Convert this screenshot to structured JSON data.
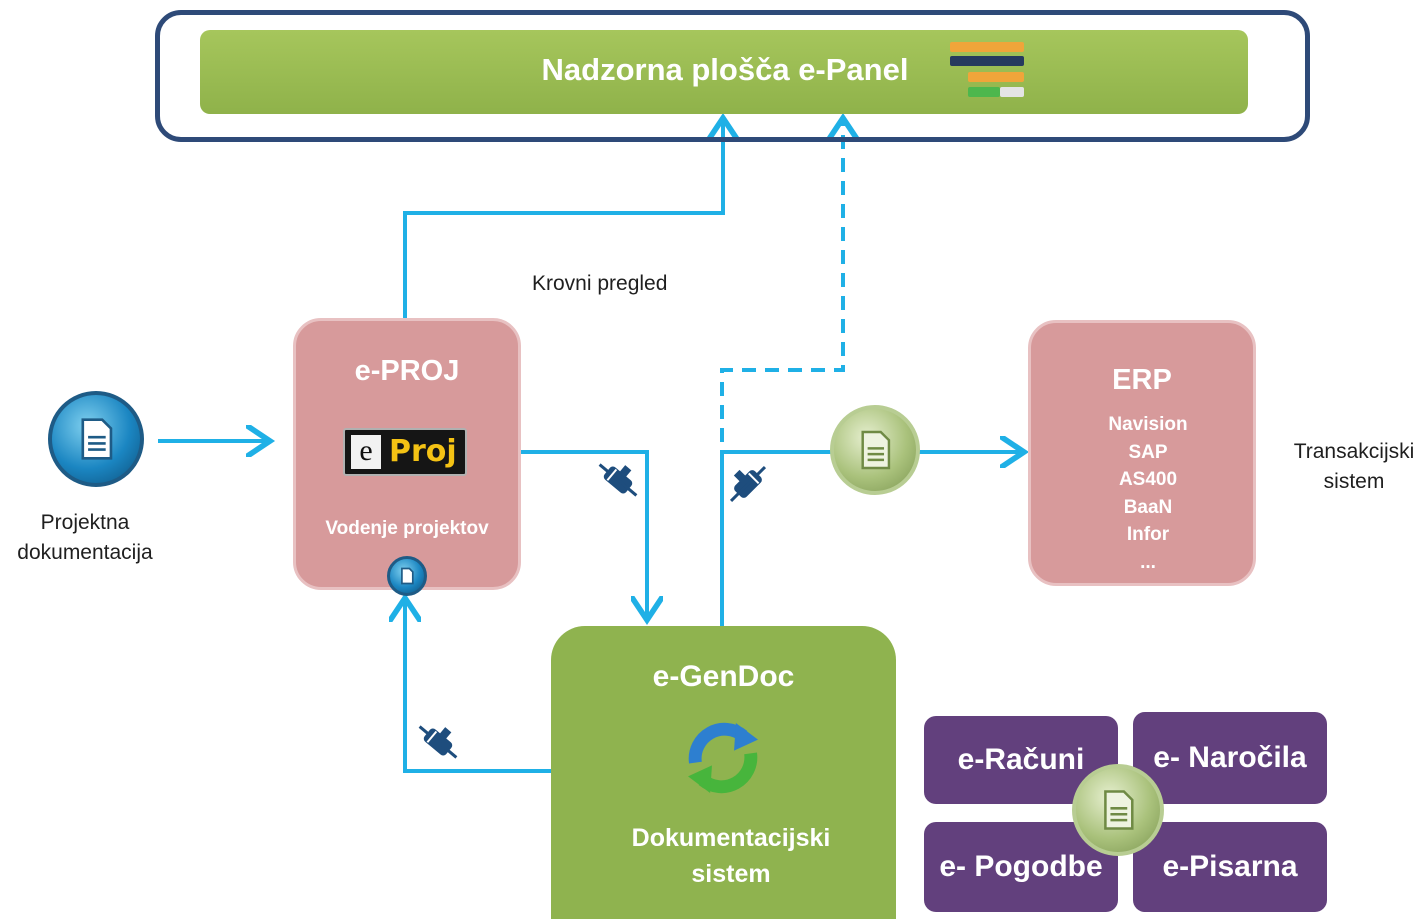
{
  "dashboard": {
    "title": "Nadzorna plošča e-Panel",
    "chart_icon": "stacked-bars-icon"
  },
  "eproj": {
    "title": "e-PROJ",
    "logo_e": "e",
    "logo_word": "Proj",
    "subtitle": "Vodenje projektov"
  },
  "erp": {
    "title": "ERP",
    "systems": [
      "Navision",
      "SAP",
      "AS400",
      "BaaN",
      "Infor",
      "..."
    ]
  },
  "gendoc": {
    "title": "e-GenDoc",
    "subtitle_line1": "Dokumentacijski",
    "subtitle_line2": "sistem",
    "icon": "sync-arrows-icon"
  },
  "labels": {
    "overview": "Krovni pregled",
    "project_docs_line1": "Projektna",
    "project_docs_line2": "dokumentacija",
    "transaction_line1": "Transakcijski",
    "transaction_line2": "sistem"
  },
  "modules": [
    {
      "label": "e-Računi"
    },
    {
      "label": "e- Naročila"
    },
    {
      "label": "e- Pogodbe"
    },
    {
      "label": "e-Pisarna"
    }
  ],
  "colors": {
    "connector": "#1fb0e6",
    "dashboard_frame": "#2e4a78",
    "dashboard_bar": "#98b853",
    "eproj_box": "#d79a9b",
    "erp_box": "#d79a9b",
    "gendoc_box": "#8fb34f",
    "module_tile": "#62407d"
  },
  "icons": [
    "document-icon",
    "plug-icon",
    "sync-arrows-icon",
    "stacked-bars-icon"
  ]
}
